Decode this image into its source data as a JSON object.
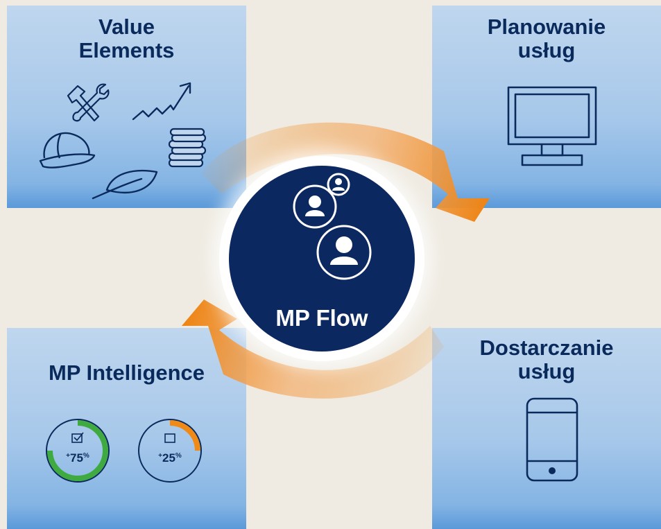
{
  "tiles": {
    "value_elements": {
      "title_line1": "Value",
      "title_line2": "Elements"
    },
    "planning": {
      "title_line1": "Planowanie",
      "title_line2": "usług"
    },
    "intelligence": {
      "title": "MP Intelligence",
      "gauges": [
        {
          "label": "75",
          "prefix": "+",
          "suffix": "%",
          "progress": 0.75,
          "color": "#3faa3f",
          "icon": "checked-box-icon"
        },
        {
          "label": "25",
          "prefix": "+",
          "suffix": "%",
          "progress": 0.25,
          "color": "#f08a17",
          "icon": "empty-box-icon"
        }
      ]
    },
    "delivery": {
      "title_line1": "Dostarczanie",
      "title_line2": "usług"
    }
  },
  "center": {
    "label": "MP Flow",
    "icon": "users-icon"
  },
  "icons": [
    "tools-icon",
    "trend-up-icon",
    "hard-hat-icon",
    "coins-icon",
    "leaf-icon",
    "monitor-icon",
    "tablet-icon",
    "cycle-arrows-icon"
  ],
  "colors": {
    "navy": "#0c2860",
    "text_navy": "#0b2a5c",
    "arrow_orange": "#f08a17",
    "green": "#3faa3f",
    "background": "#efebe2"
  }
}
